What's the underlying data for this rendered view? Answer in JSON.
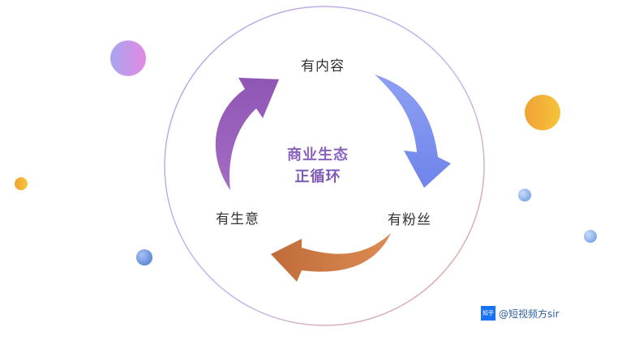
{
  "diagram": {
    "nodes": {
      "top": "有内容",
      "right": "有粉丝",
      "left": "有生意"
    },
    "center": {
      "line1": "商业生态",
      "line2": "正循环"
    },
    "colors": {
      "arrow_top_right": "#7f8ff0",
      "arrow_bottom": "#cd7a46",
      "arrow_left": "#9b62b8",
      "center_gradient_start": "#7a55c0",
      "center_gradient_end": "#d07a4a"
    }
  },
  "watermark": {
    "logo": "知乎",
    "text": "@短视频方sir"
  }
}
